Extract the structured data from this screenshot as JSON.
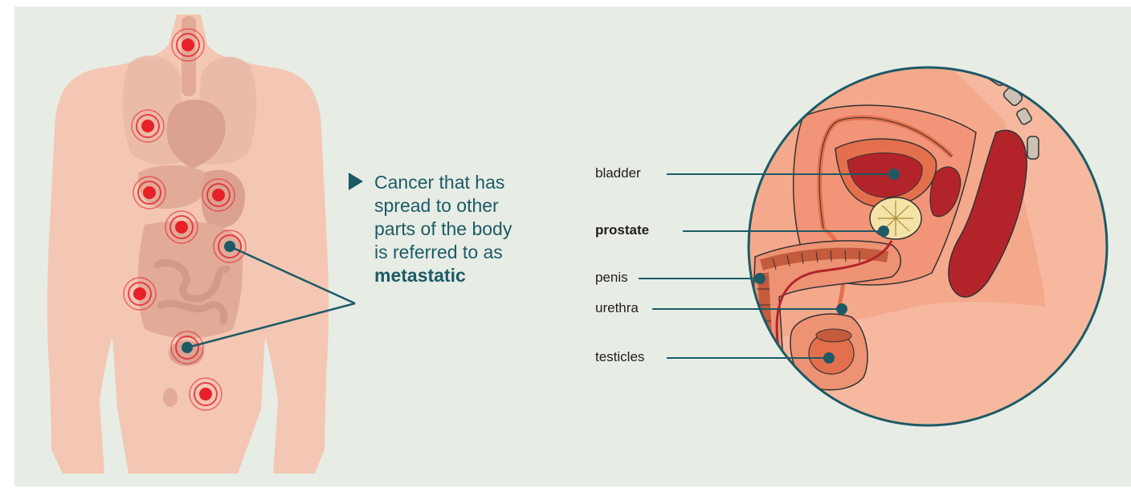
{
  "callout": {
    "lines": [
      "Cancer that has",
      "spread to other",
      "parts of the body",
      "is referred to as"
    ],
    "emphasis": "metastatic"
  },
  "anatomy_labels": {
    "bladder": "bladder",
    "prostate": "prostate",
    "penis": "penis",
    "urethra": "urethra",
    "testicles": "testicles"
  },
  "colors": {
    "background": "#e7ede5",
    "body_skin": "#f4c7b4",
    "organ_tint": "#e8b1a0",
    "metastasis_red": "#e8202a",
    "leader_teal": "#1d5a66",
    "anatomy_skin": "#f4a98c",
    "anatomy_dark_red": "#b3242a"
  }
}
